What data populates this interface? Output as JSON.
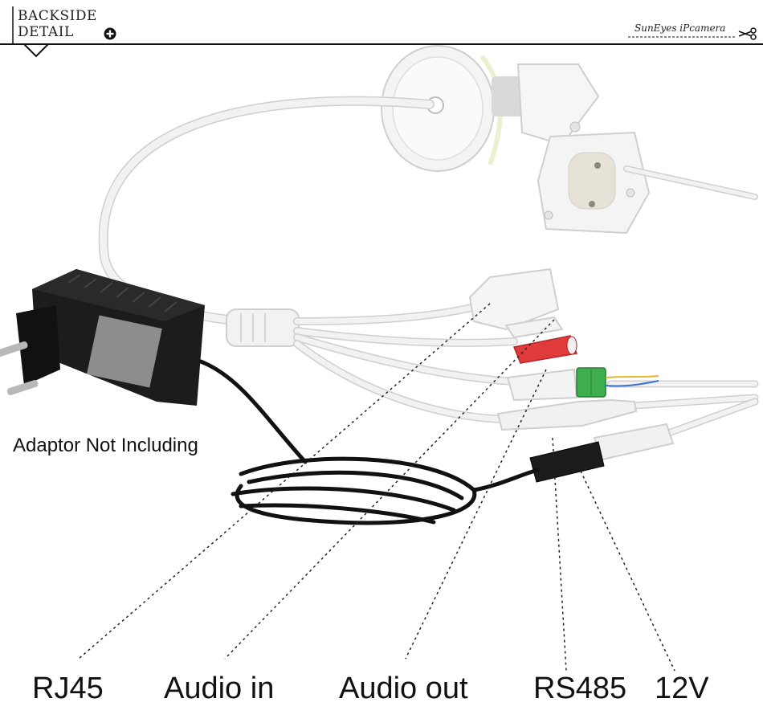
{
  "header": {
    "title_line1": "BACKSIDE",
    "title_line2": "DETAIL",
    "brand": "SunEyes iPcamera",
    "icons": [
      "plus-icon",
      "scissors-icon"
    ]
  },
  "note": "Adaptor Not Including",
  "labels": {
    "rj45": "RJ45",
    "audio_in": "Audio in",
    "audio_out": "Audio out",
    "rs485": "RS485",
    "v12": "12V"
  },
  "colors": {
    "cable": "#f2f2f2",
    "cable_edge": "#cfcfcf",
    "adapter": "#1c1c1c",
    "audio_red": "#e03a3a",
    "terminal_green": "#3fae4e"
  }
}
